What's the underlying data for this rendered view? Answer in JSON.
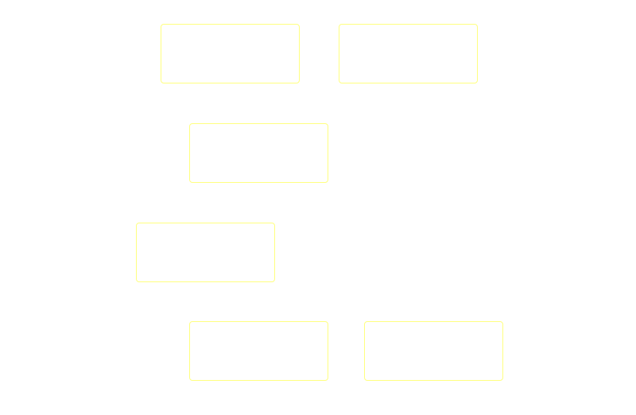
{
  "diagram": {
    "background_color": "#ffffff",
    "node_border_color": "#ffff80",
    "nodes": [
      {
        "id": "node-1",
        "label": ""
      },
      {
        "id": "node-2",
        "label": ""
      },
      {
        "id": "node-3",
        "label": ""
      },
      {
        "id": "node-4",
        "label": ""
      },
      {
        "id": "node-5",
        "label": ""
      },
      {
        "id": "node-6",
        "label": ""
      }
    ]
  }
}
